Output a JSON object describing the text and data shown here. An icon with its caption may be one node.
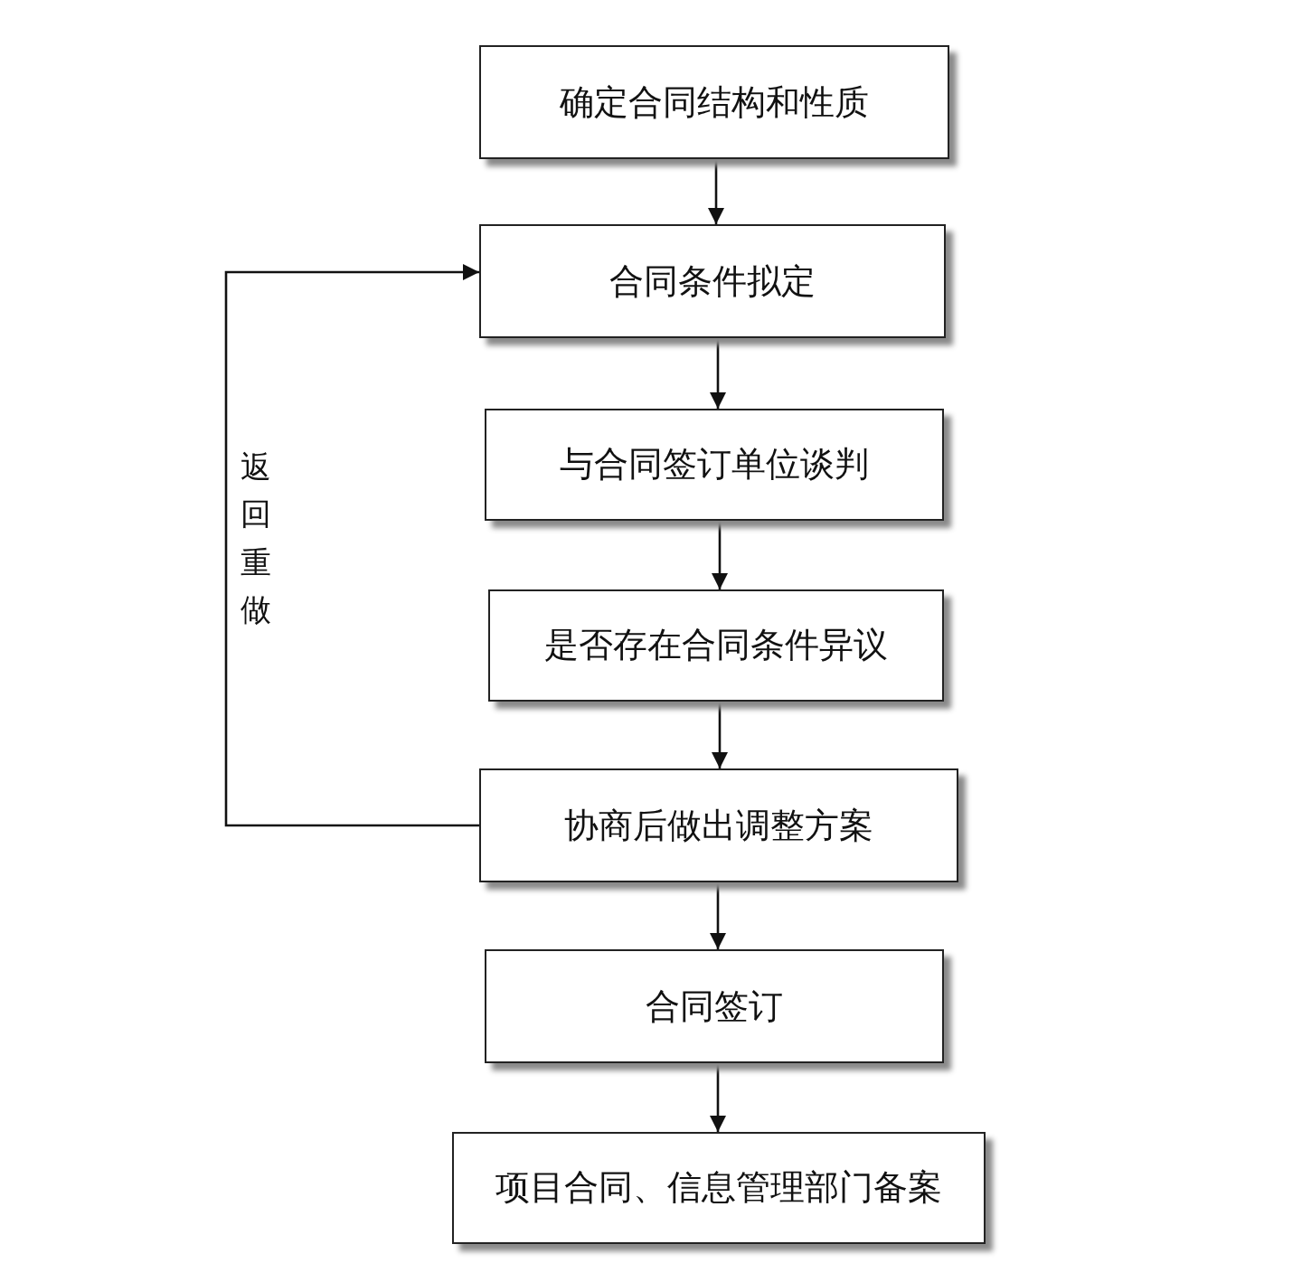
{
  "diagram": {
    "nodes": [
      {
        "text": [
          "确定合同结构和性质"
        ]
      },
      {
        "text": [
          "合同条件拟定"
        ]
      },
      {
        "text": [
          "与合同签订单位谈判"
        ]
      },
      {
        "text": [
          "是否存在合同条件异议"
        ]
      },
      {
        "text": [
          "协商后做出调整方案"
        ]
      },
      {
        "text": [
          "合同签订"
        ]
      },
      {
        "text": [
          "项目合同、信息管理部门备案"
        ]
      }
    ],
    "edges": [
      {
        "from": 0,
        "to": 1,
        "arrow": "to"
      },
      {
        "from": 1,
        "to": 2,
        "arrow": "to"
      },
      {
        "from": 2,
        "to": 3,
        "arrow": "to"
      },
      {
        "from": 3,
        "to": 4,
        "arrow": "to"
      },
      {
        "from": 4,
        "to": 5,
        "arrow": "to"
      },
      {
        "from": 5,
        "to": 6,
        "arrow": "to"
      },
      {
        "from": 4,
        "to": 1,
        "arrow": "to",
        "label": "返回重做"
      }
    ]
  }
}
